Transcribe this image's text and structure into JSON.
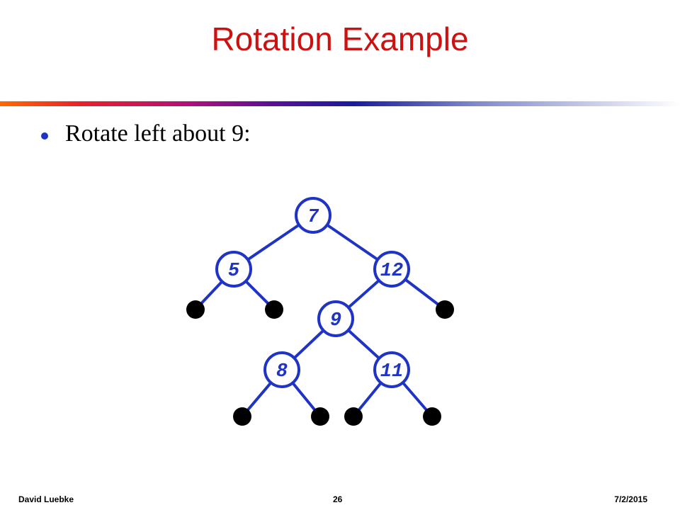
{
  "slide": {
    "title": "Rotation Example",
    "bullet": "Rotate left about 9:"
  },
  "tree": {
    "nodes": [
      {
        "id": "n7",
        "label": "7"
      },
      {
        "id": "n5",
        "label": "5"
      },
      {
        "id": "n12",
        "label": "12"
      },
      {
        "id": "n9",
        "label": "9"
      },
      {
        "id": "n8",
        "label": "8"
      },
      {
        "id": "n11",
        "label": "11"
      }
    ],
    "node_color": "#1f34c4",
    "leaf_color": "#000000"
  },
  "footer": {
    "author": "David Luebke",
    "page": "26",
    "date": "7/2/2015"
  }
}
